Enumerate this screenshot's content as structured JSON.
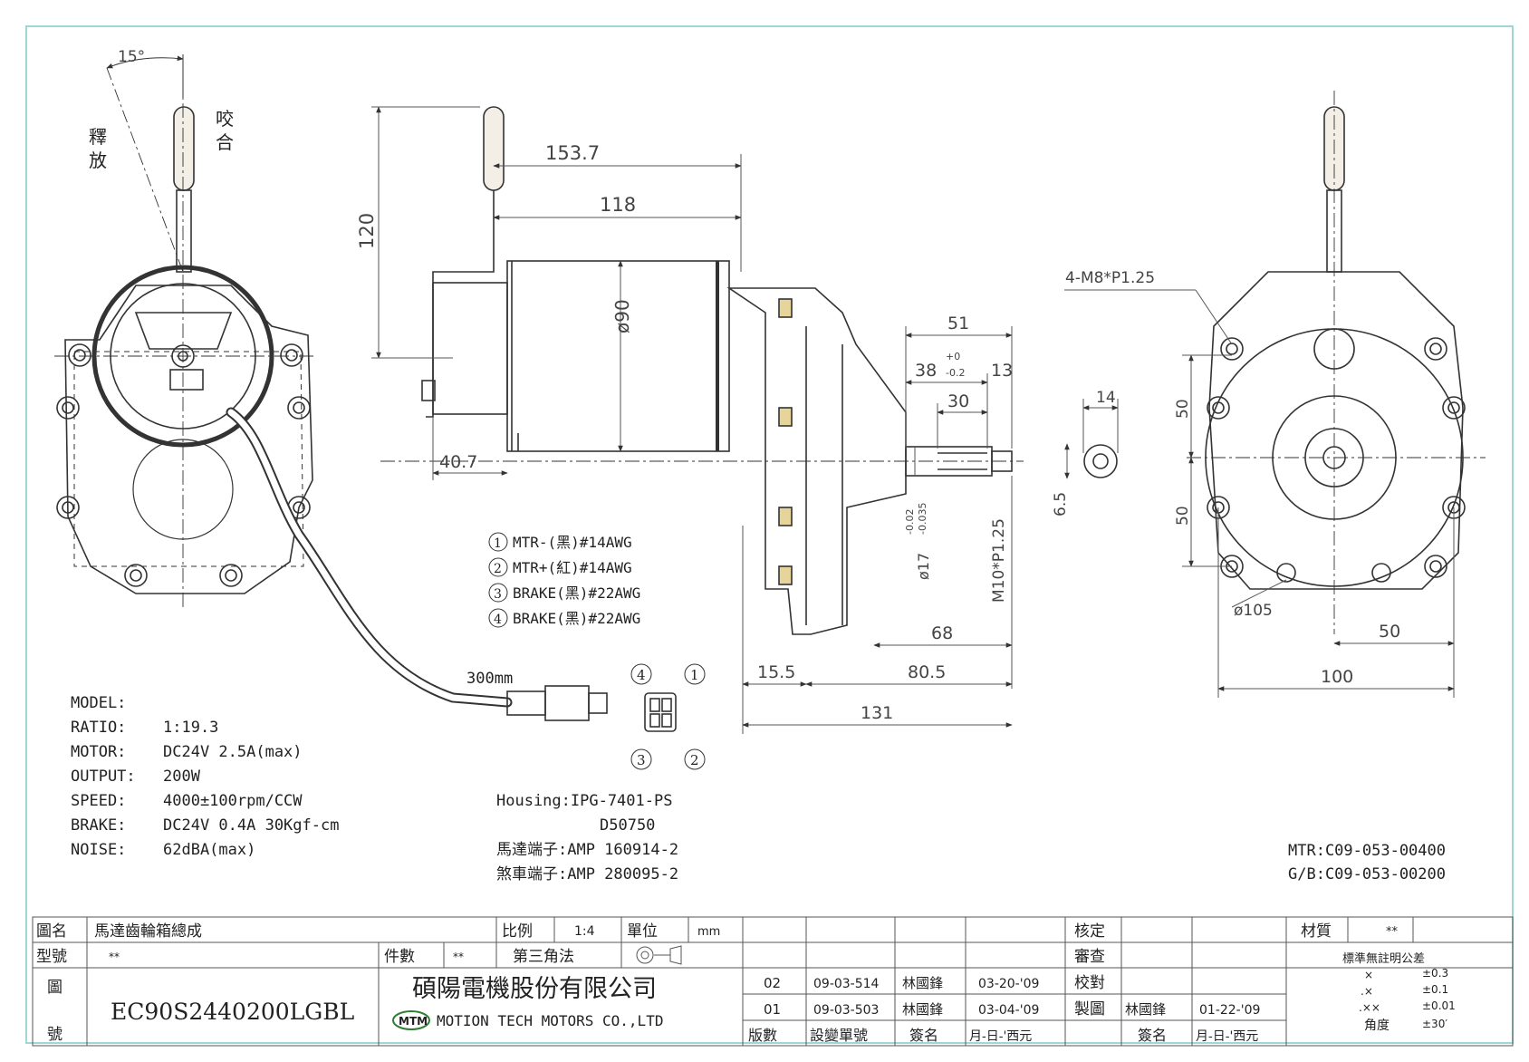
{
  "angle_label": "15°",
  "lever_release": [
    "釋",
    "放"
  ],
  "lever_engage": [
    "咬",
    "合"
  ],
  "dims": {
    "d153_7": "153.7",
    "d118": "118",
    "d120": "120",
    "d90": "ø90",
    "d40_7": "40.7",
    "d51": "51",
    "d38": "38",
    "tol38_up": "+0",
    "tol38_dn": "-0.2",
    "d13": "13",
    "d30": "30",
    "d14": "14",
    "d6_5": "6.5",
    "shaft_dia": "ø17",
    "shaft_tol_up": "-0.02",
    "shaft_tol_dn": "-0.035",
    "thread": "M10*P1.25",
    "d68": "68",
    "d15_5": "15.5",
    "d80_5": "80.5",
    "d131": "131",
    "bolts": "4-M8*P1.25",
    "d50a": "50",
    "d50b": "50",
    "d105": "ø105",
    "d50c": "50",
    "d100": "100"
  },
  "wires": [
    {
      "num": "1",
      "label": "MTR-(黑)#14AWG"
    },
    {
      "num": "2",
      "label": "MTR+(紅)#14AWG"
    },
    {
      "num": "3",
      "label": "BRAKE(黑)#22AWG"
    },
    {
      "num": "4",
      "label": "BRAKE(黑)#22AWG"
    }
  ],
  "cable_length": "300mm",
  "connector_pins": [
    "4",
    "1",
    "3",
    "2"
  ],
  "specs": [
    {
      "key": "MODEL:",
      "value": ""
    },
    {
      "key": "RATIO:",
      "value": "1:19.3"
    },
    {
      "key": "MOTOR:",
      "value": "DC24V  2.5A(max)"
    },
    {
      "key": "OUTPUT:",
      "value": "200W"
    },
    {
      "key": "SPEED:",
      "value": "4000±100rpm/CCW"
    },
    {
      "key": "BRAKE:",
      "value": "DC24V 0.4A 30Kgf-cm"
    },
    {
      "key": "NOISE:",
      "value": "62dBA(max)"
    }
  ],
  "housing": {
    "line1": "Housing:IPG-7401-PS",
    "line2": "D50750",
    "line3": "馬達端子:AMP 160914-2",
    "line4": "煞車端子:AMP 280095-2"
  },
  "part_numbers": {
    "mtr": "MTR:C09-053-00400",
    "gb": "G/B:C09-053-00200"
  },
  "title_block": {
    "name_label": "圖名",
    "name_value": "馬達齒輪箱總成",
    "scale_label": "比例",
    "scale_value": "1:4",
    "unit_label": "單位",
    "unit_value": "mm",
    "model_label": "型號",
    "model_value": "**",
    "qty_label": "件數",
    "qty_value": "**",
    "projection": "第三角法",
    "drawing_no_label_1": "圖",
    "drawing_no_label_2": "號",
    "drawing_no": "EC90S2440200LGBL",
    "company_cn": "碩陽電機股份有限公司",
    "logo": "MTM",
    "company_en": "MOTION  TECH  MOTORS  CO.,LTD",
    "rev_rows": [
      {
        "rev": "02",
        "ecn": "09-03-514",
        "signer": "林國鋒",
        "date": "03-20-'09"
      },
      {
        "rev": "01",
        "ecn": "09-03-503",
        "signer": "林國鋒",
        "date": "03-04-'09"
      }
    ],
    "rev_headers": [
      "版數",
      "設變單號",
      "簽名",
      "月-日-'西元"
    ],
    "approve": "核定",
    "review": "審查",
    "check": "校對",
    "draw": "製圖",
    "drafter": "林國鋒",
    "draw_date": "01-22-'09",
    "sign_header": "簽名",
    "date_header": "月-日-'西元",
    "material_label": "材質",
    "material_value": "**",
    "tolerance_title": "標準無註明公差",
    "tolerances": [
      {
        "k": "×",
        "v": "±0.3"
      },
      {
        "k": ".×",
        "v": "±0.1"
      },
      {
        "k": ".××",
        "v": "±0.01"
      },
      {
        "k": "角度",
        "v": "±30′"
      }
    ]
  }
}
